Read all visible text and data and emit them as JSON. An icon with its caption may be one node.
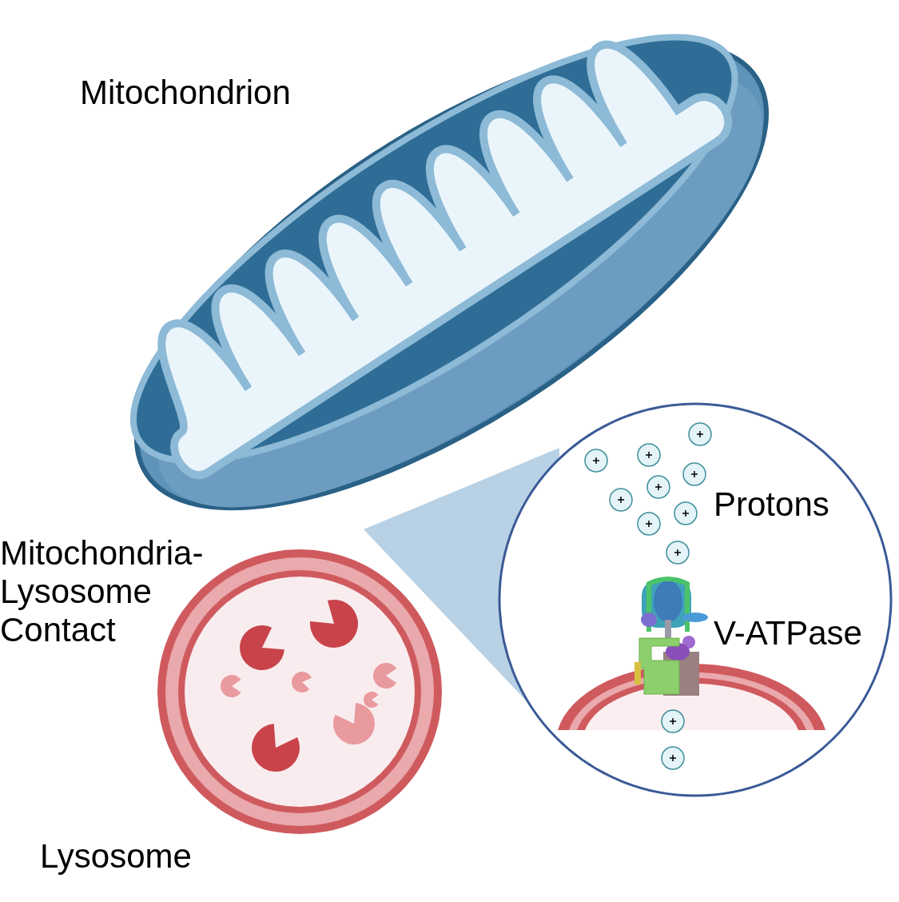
{
  "diagram": {
    "labels": [
      "Mitochondrion",
      "Mitochondria- Lysosome Contact",
      "Protons",
      "V-ATPase",
      "Lysosome"
    ]
  }
}
